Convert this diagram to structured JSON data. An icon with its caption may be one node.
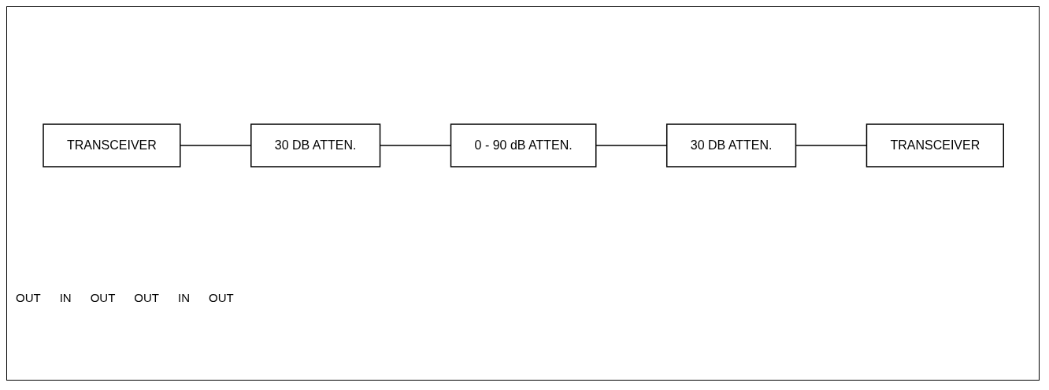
{
  "diagram": {
    "nodes": [
      {
        "text": [
          "TRANSCEIVER"
        ]
      },
      {
        "text": [
          "30 DB ATTEN."
        ]
      },
      {
        "text": [
          "0 - 90 dB ATTEN."
        ]
      },
      {
        "text": [
          "30 DB ATTEN."
        ]
      },
      {
        "text": [
          "TRANSCEIVER"
        ]
      }
    ],
    "edges": [
      {
        "from": 0,
        "to": 1,
        "arrow": "none"
      },
      {
        "from": 1,
        "to": 2,
        "arrow": "none"
      },
      {
        "from": 2,
        "to": 3,
        "arrow": "none"
      },
      {
        "from": 3,
        "to": 4,
        "arrow": "none"
      }
    ],
    "labels": [
      "OUT",
      "IN",
      "OUT",
      "OUT",
      "IN",
      "OUT"
    ]
  }
}
